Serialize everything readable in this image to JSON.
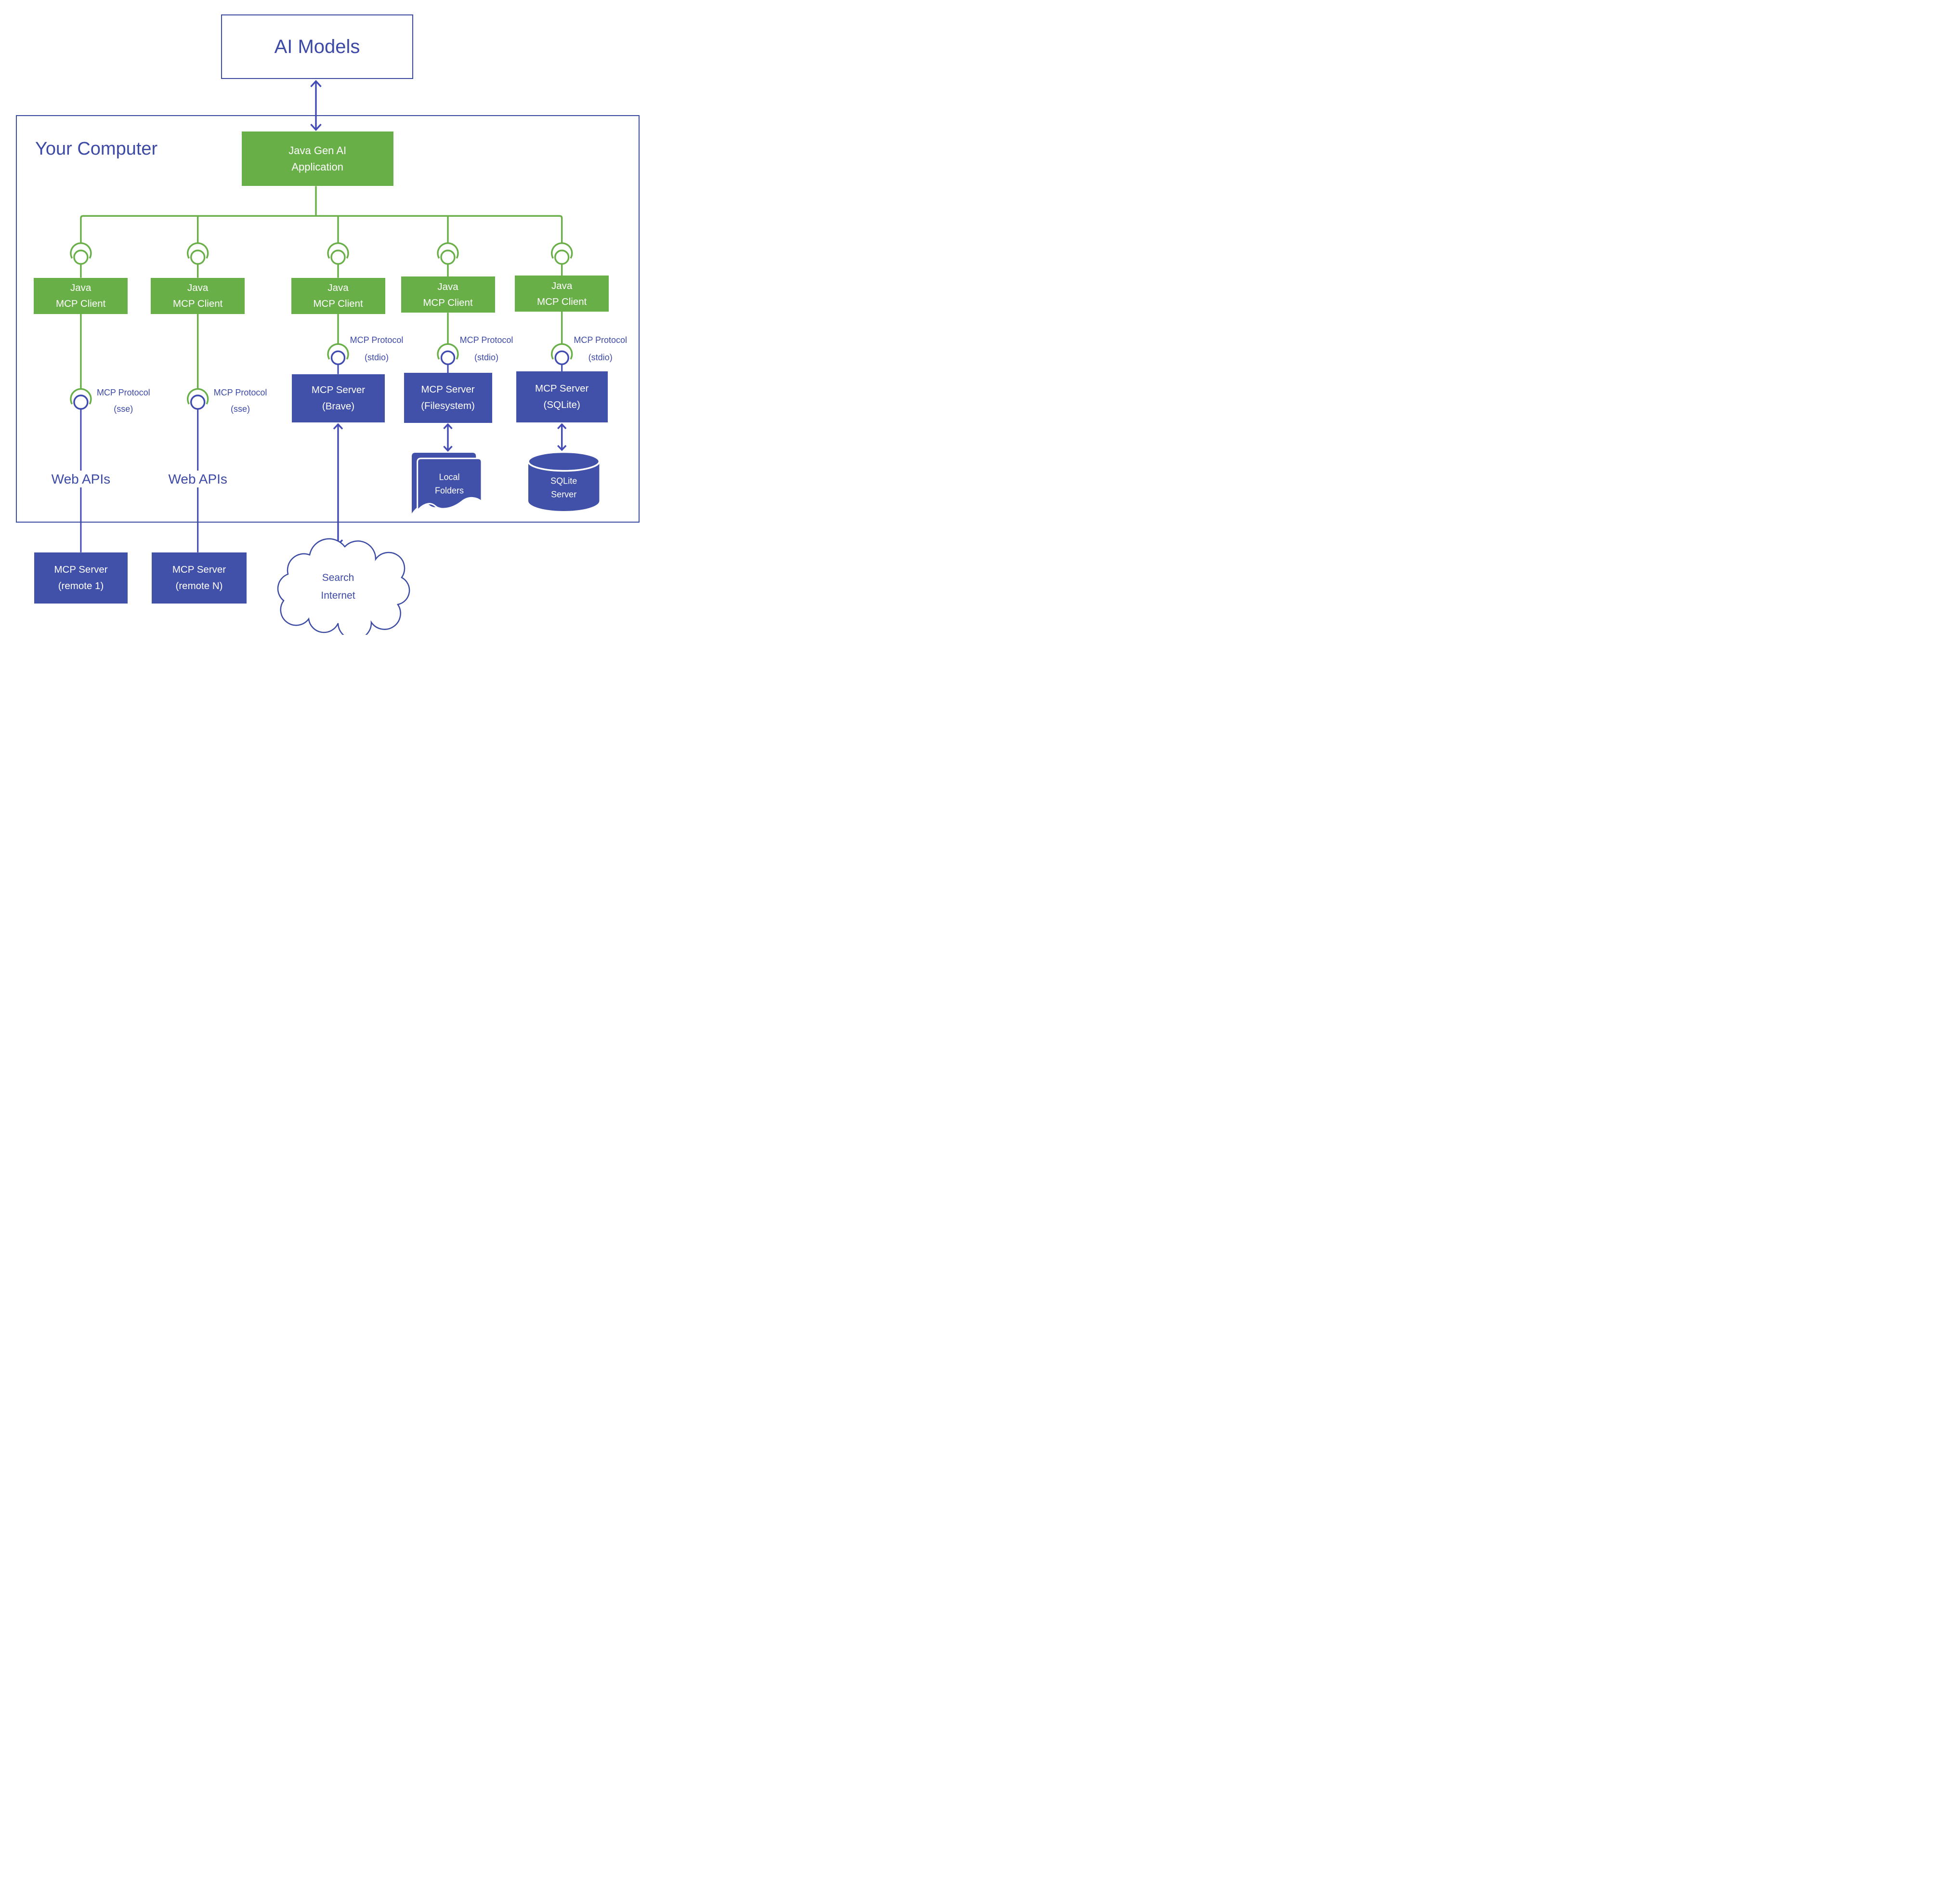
{
  "ai_models_label": "AI Models",
  "your_computer_label": "Your Computer",
  "app": {
    "line1": "Java Gen AI",
    "line2": "Application"
  },
  "clients": [
    {
      "line1": "Java",
      "line2": "MCP Client"
    },
    {
      "line1": "Java",
      "line2": "MCP Client"
    },
    {
      "line1": "Java",
      "line2": "MCP Client"
    },
    {
      "line1": "Java",
      "line2": "MCP Client"
    },
    {
      "line1": "Java",
      "line2": "MCP Client"
    }
  ],
  "protocols": {
    "sse": {
      "line1": "MCP Protocol",
      "line2": "(sse)"
    },
    "stdio": {
      "line1": "MCP Protocol",
      "line2": "(stdio)"
    }
  },
  "web_apis_label": "Web APIs",
  "servers": {
    "brave": {
      "line1": "MCP Server",
      "line2": "(Brave)"
    },
    "filesystem": {
      "line1": "MCP Server",
      "line2": "(Filesystem)"
    },
    "sqlite": {
      "line1": "MCP Server",
      "line2": "(SQLite)"
    }
  },
  "remote_servers": [
    {
      "line1": "MCP Server",
      "line2": "(remote 1)"
    },
    {
      "line1": "MCP Server",
      "line2": "(remote N)"
    }
  ],
  "resources": {
    "local_folders": {
      "line1": "Local",
      "line2": "Folders"
    },
    "sqlite_server": {
      "line1": "SQLite",
      "line2": "Server"
    }
  },
  "cloud": {
    "line1": "Search",
    "line2": "Internet"
  },
  "icons": {
    "mcp_connector": "circle-with-arc-connector",
    "local_folders": "stacked-documents",
    "sqlite_server": "database-cylinder",
    "internet": "cloud"
  },
  "colors": {
    "green": "#69af47",
    "box_blue": "#4150a8",
    "line_indigo": "#3f4bb0",
    "border_indigo": "#3b4aa3",
    "text_indigo": "#3c49a5"
  }
}
